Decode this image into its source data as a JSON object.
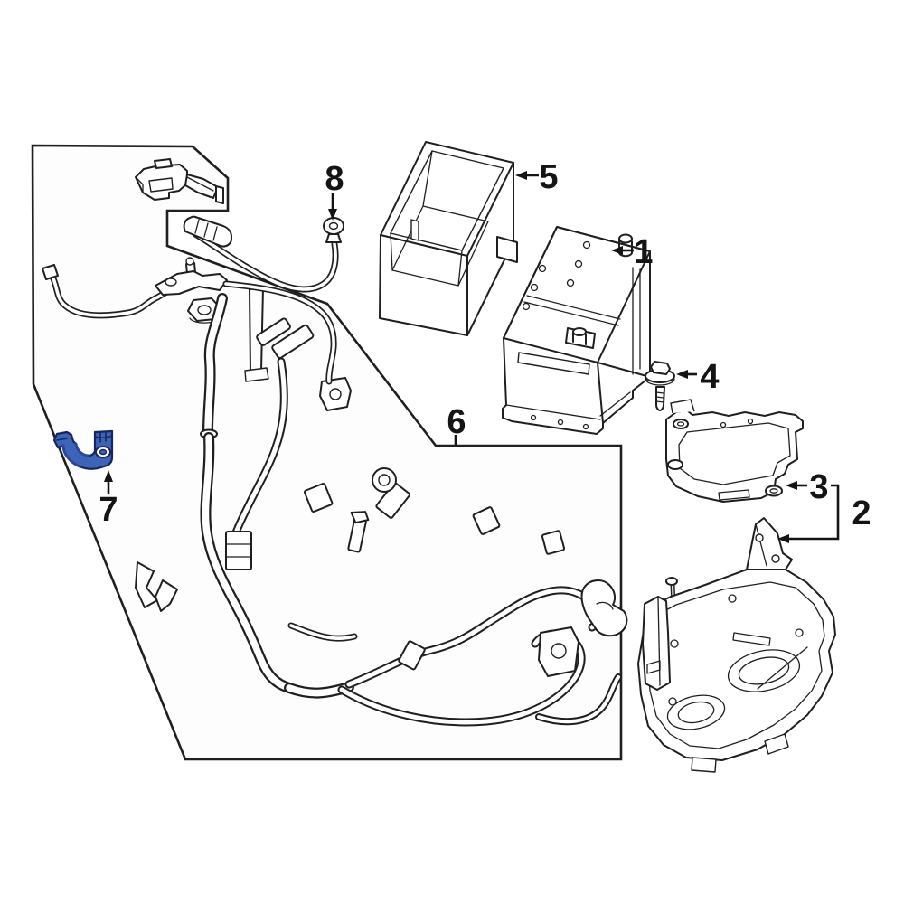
{
  "figure": {
    "type": "exploded-parts-line-diagram",
    "subject": "Vehicle battery, battery tray and battery cable harness",
    "background_color": "#ffffff",
    "line_color": "#1f1f1f",
    "highlight_fill": "#3e64b8",
    "highlight_shade": "#2a4899",
    "highlight_outline": "#17255e",
    "callouts": [
      {
        "number": "1",
        "part": "battery",
        "arrow": "left-pointing"
      },
      {
        "number": "2",
        "part": "battery-tray-assembly",
        "arrow": "bracket-left-pointing"
      },
      {
        "number": "3",
        "part": "battery-tray-upper-bracket",
        "arrow": "left-pointing"
      },
      {
        "number": "4",
        "part": "hold-down-bolt",
        "arrow": "left-pointing"
      },
      {
        "number": "5",
        "part": "battery-cover-box",
        "arrow": "left-pointing"
      },
      {
        "number": "6",
        "part": "battery-cable-harness-panel",
        "arrow": "plain-line"
      },
      {
        "number": "7",
        "part": "battery-current-sensor",
        "arrow": "up-pointing",
        "highlighted": true
      },
      {
        "number": "8",
        "part": "ground-cable-ring-terminal",
        "arrow": "down-pointing"
      }
    ]
  }
}
